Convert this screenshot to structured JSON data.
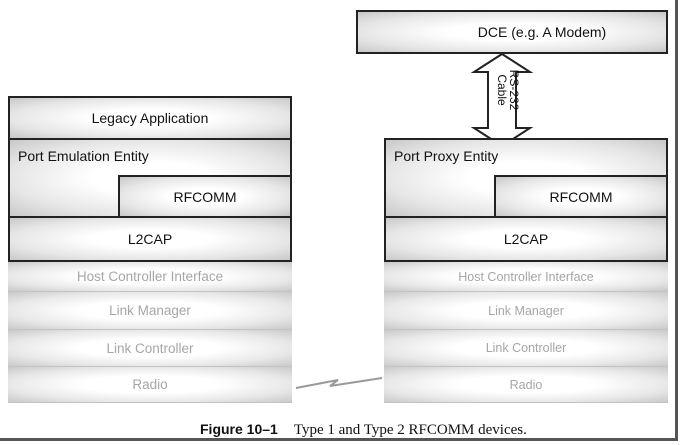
{
  "type1_device": {
    "legacy_application": "Legacy Application",
    "port_emulation_entity": "Port Emulation Entity",
    "rfcomm": "RFCOMM",
    "l2cap": "L2CAP",
    "host_controller_interface": "Host Controller Interface",
    "link_manager": "Link Manager",
    "link_controller": "Link Controller",
    "radio": "Radio"
  },
  "type2_device": {
    "dce": "DCE (e.g. A Modem)",
    "cable_label_line1": "RS-232",
    "cable_label_line2": "Cable",
    "port_proxy_entity": "Port Proxy Entity",
    "rfcomm": "RFCOMM",
    "l2cap": "L2CAP",
    "host_controller_interface": "Host Controller Interface",
    "link_manager": "Link Manager",
    "link_controller": "Link Controller",
    "radio": "Radio"
  },
  "caption": {
    "label": "Figure 10–1",
    "text": "Type 1 and Type 2 RFCOMM devices."
  }
}
